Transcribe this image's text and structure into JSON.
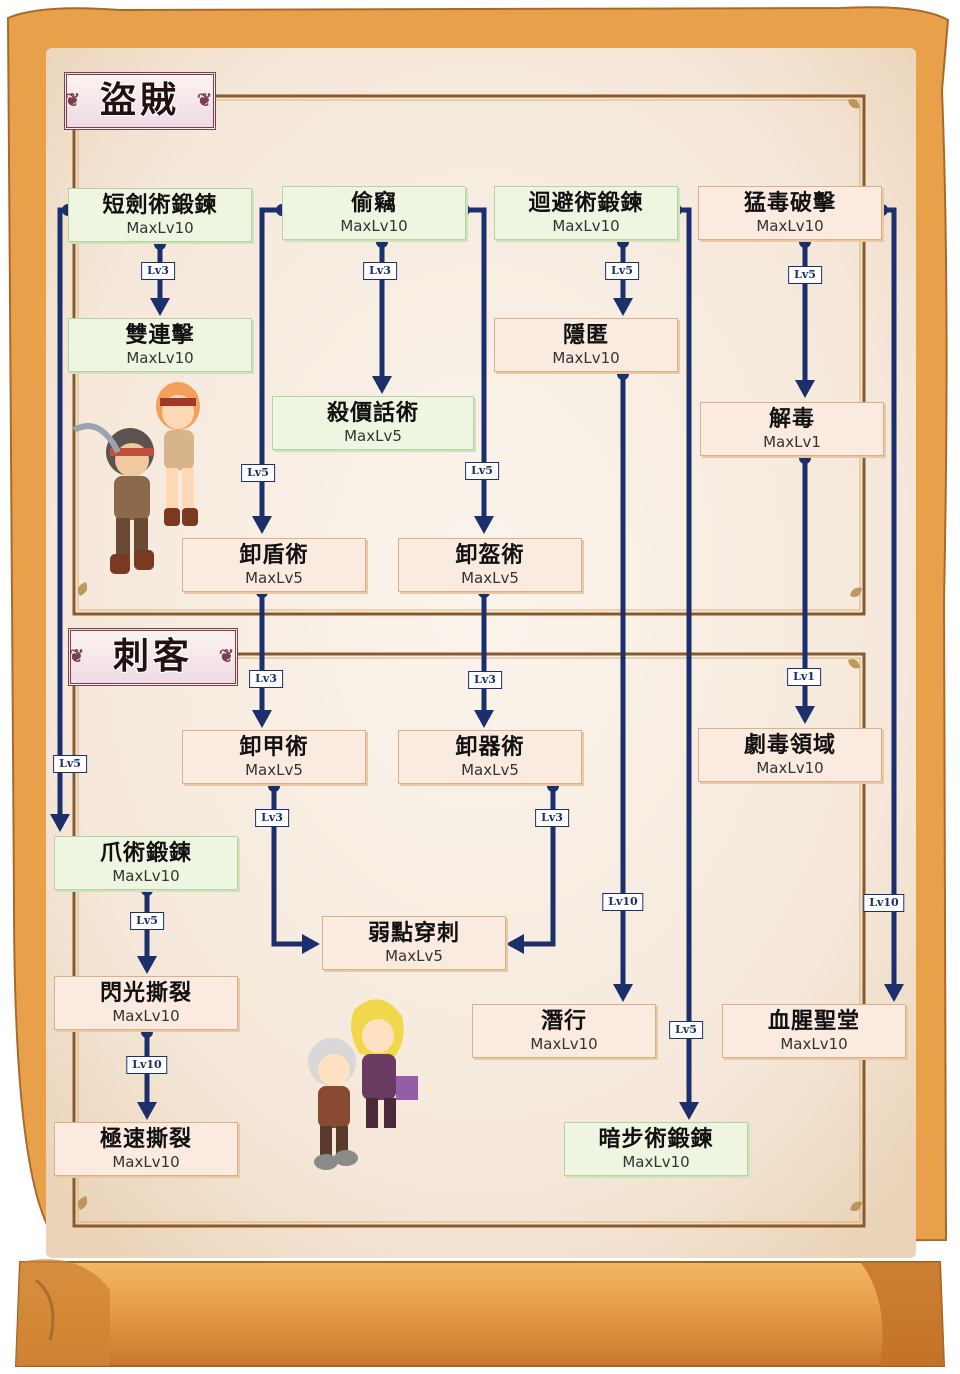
{
  "sections": {
    "thief": {
      "title": "盜賊"
    },
    "assassin": {
      "title": "刺客"
    }
  },
  "skills": {
    "dagger_mastery": {
      "name": "短劍術鍛鍊",
      "max": "MaxLv10"
    },
    "steal": {
      "name": "偷竊",
      "max": "MaxLv10"
    },
    "improve_dodge": {
      "name": "迴避術鍛鍊",
      "max": "MaxLv10"
    },
    "envenom": {
      "name": "猛毒破擊",
      "max": "MaxLv10"
    },
    "double_attack": {
      "name": "雙連擊",
      "max": "MaxLv10"
    },
    "hiding": {
      "name": "隱匿",
      "max": "MaxLv10"
    },
    "haggle": {
      "name": "殺價話術",
      "max": "MaxLv5"
    },
    "detoxify": {
      "name": "解毒",
      "max": "MaxLv1"
    },
    "strip_shield": {
      "name": "卸盾術",
      "max": "MaxLv5"
    },
    "strip_helm": {
      "name": "卸盔術",
      "max": "MaxLv5"
    },
    "strip_armor": {
      "name": "卸甲術",
      "max": "MaxLv5"
    },
    "strip_weapon": {
      "name": "卸器術",
      "max": "MaxLv5"
    },
    "poison_area": {
      "name": "劇毒領域",
      "max": "MaxLv10"
    },
    "katar_mastery": {
      "name": "爪術鍛鍊",
      "max": "MaxLv10"
    },
    "weak_point": {
      "name": "弱點穿刺",
      "max": "MaxLv5"
    },
    "sonic_blow": {
      "name": "閃光撕裂",
      "max": "MaxLv10"
    },
    "cloaking": {
      "name": "潛行",
      "max": "MaxLv10"
    },
    "blood_sanctuary": {
      "name": "血腥聖堂",
      "max": "MaxLv10"
    },
    "sonic_acceleration": {
      "name": "極速撕裂",
      "max": "MaxLv10"
    },
    "dark_step": {
      "name": "暗步術鍛鍊",
      "max": "MaxLv10"
    }
  },
  "requirements": {
    "double_attack": "Lv3",
    "haggle": "Lv3",
    "hiding": "Lv5",
    "detoxify": "Lv5",
    "strip_shield": "Lv5",
    "strip_helm": "Lv5",
    "strip_armor": "Lv3",
    "strip_weapon": "Lv3",
    "poison_area": "Lv1",
    "katar_mastery": "Lv5",
    "weak_point_from_armor": "Lv3",
    "weak_point_from_weapon": "Lv3",
    "sonic_blow": "Lv5",
    "cloaking": "Lv10",
    "blood_sanctuary": "Lv10",
    "dark_step": "Lv5",
    "sonic_acceleration": "Lv10"
  },
  "colors": {
    "parchment": "#f7ede3",
    "scroll_orange": "#e9a04a",
    "frame_brown": "#8a5a2a",
    "connector_navy": "#1a2f6b",
    "thief_box": "#eef6e2",
    "assassin_box": "#fbeadf"
  }
}
